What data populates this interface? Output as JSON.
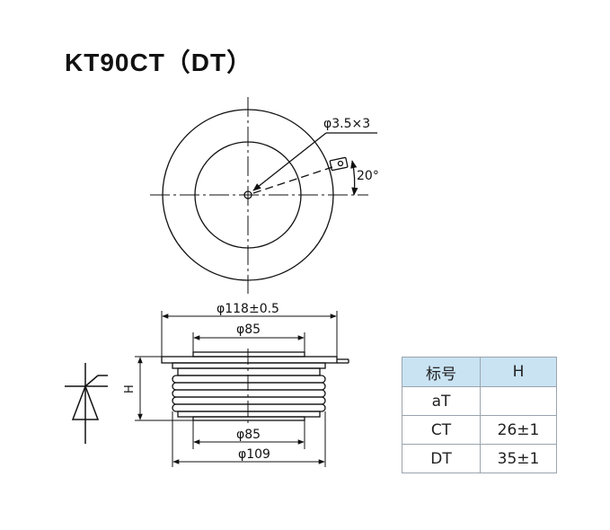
{
  "title": "KT90CT（DT）",
  "top_view": {
    "hole_label": "φ3.5×3",
    "angle_label": "20°"
  },
  "side_view": {
    "outer_dim_label": "φ118±0.5",
    "top_dim_label": "φ85",
    "bottom_dim_label": "φ85",
    "base_dim_label": "φ109",
    "height_label": "H"
  },
  "table": {
    "headers": [
      "标号",
      "H"
    ],
    "rows": [
      [
        "aT",
        ""
      ],
      [
        "CT",
        "26±1"
      ],
      [
        "DT",
        "35±1"
      ]
    ]
  },
  "colors": {
    "line": "#111111",
    "table_header_bg": "#c9e3f3",
    "table_border": "#9aa4ad"
  }
}
